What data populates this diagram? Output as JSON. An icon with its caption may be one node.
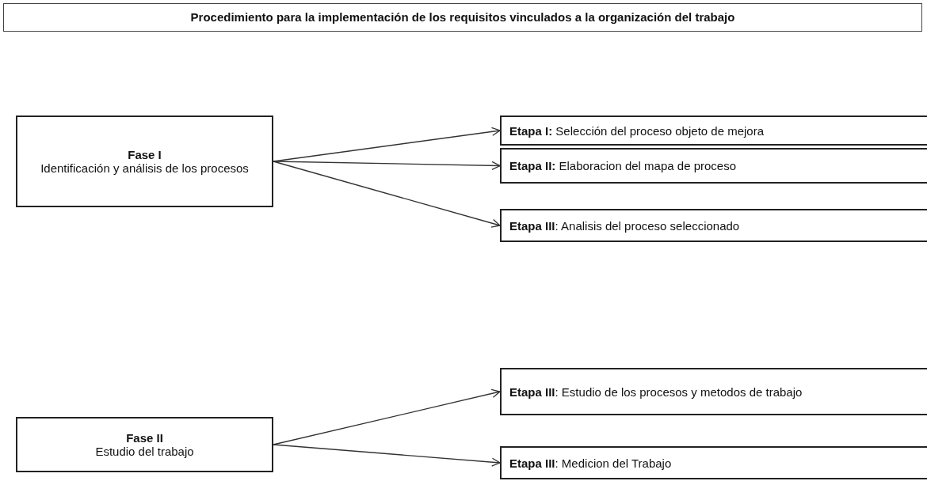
{
  "diagram": {
    "title": "Procedimiento para la implementación de los requisitos vinculados a la organización del trabajo",
    "nodes": [
      {
        "text": [
          "Fase I",
          "Identificación y análisis de los procesos"
        ]
      },
      {
        "text": [
          "**Etapa I:** Selección del proceso objeto de mejora"
        ]
      },
      {
        "text": [
          "**Etapa II:** Elaboracion del mapa de proceso"
        ]
      },
      {
        "text": [
          "**Etapa III**: Analisis del proceso seleccionado"
        ]
      },
      {
        "text": [
          "Fase II",
          "Estudio del trabajo"
        ]
      },
      {
        "text": [
          "**Etapa III**: Estudio de los procesos y metodos de trabajo"
        ]
      },
      {
        "text": [
          "**Etapa III**: Medicion del Trabajo"
        ]
      }
    ],
    "edges": [
      {
        "from": 0,
        "to": 1,
        "arrow": "to"
      },
      {
        "from": 0,
        "to": 2,
        "arrow": "to"
      },
      {
        "from": 0,
        "to": 3,
        "arrow": "to"
      },
      {
        "from": 4,
        "to": 5,
        "arrow": "to"
      },
      {
        "from": 4,
        "to": 6,
        "arrow": "to"
      }
    ]
  }
}
